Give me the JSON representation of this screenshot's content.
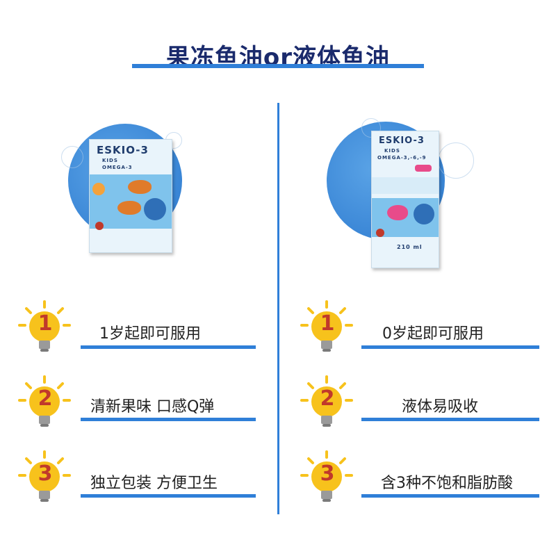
{
  "title": "果冻鱼油or液体鱼油",
  "left_product": {
    "brand": "ESKIO-3",
    "line1": "KIDS",
    "line2": "OMEGA-3",
    "features": [
      {
        "number": "1",
        "text": "1岁起即可服用"
      },
      {
        "number": "2",
        "text": "清新果味 口感Q弹"
      },
      {
        "number": "3",
        "text": "独立包装 方便卫生"
      }
    ]
  },
  "right_product": {
    "brand": "ESKIO-3",
    "line1": "KIDS",
    "line2": "OMEGA-3,-6,-9",
    "volume": "210 ml",
    "features": [
      {
        "number": "1",
        "text": "0岁起即可服用"
      },
      {
        "number": "2",
        "text": "液体易吸收"
      },
      {
        "number": "3",
        "text": "含3种不饱和脂肪酸"
      }
    ]
  },
  "colors": {
    "accent": "#2f7fd8",
    "bulb": "#f7c21c",
    "number": "#c0392b"
  }
}
